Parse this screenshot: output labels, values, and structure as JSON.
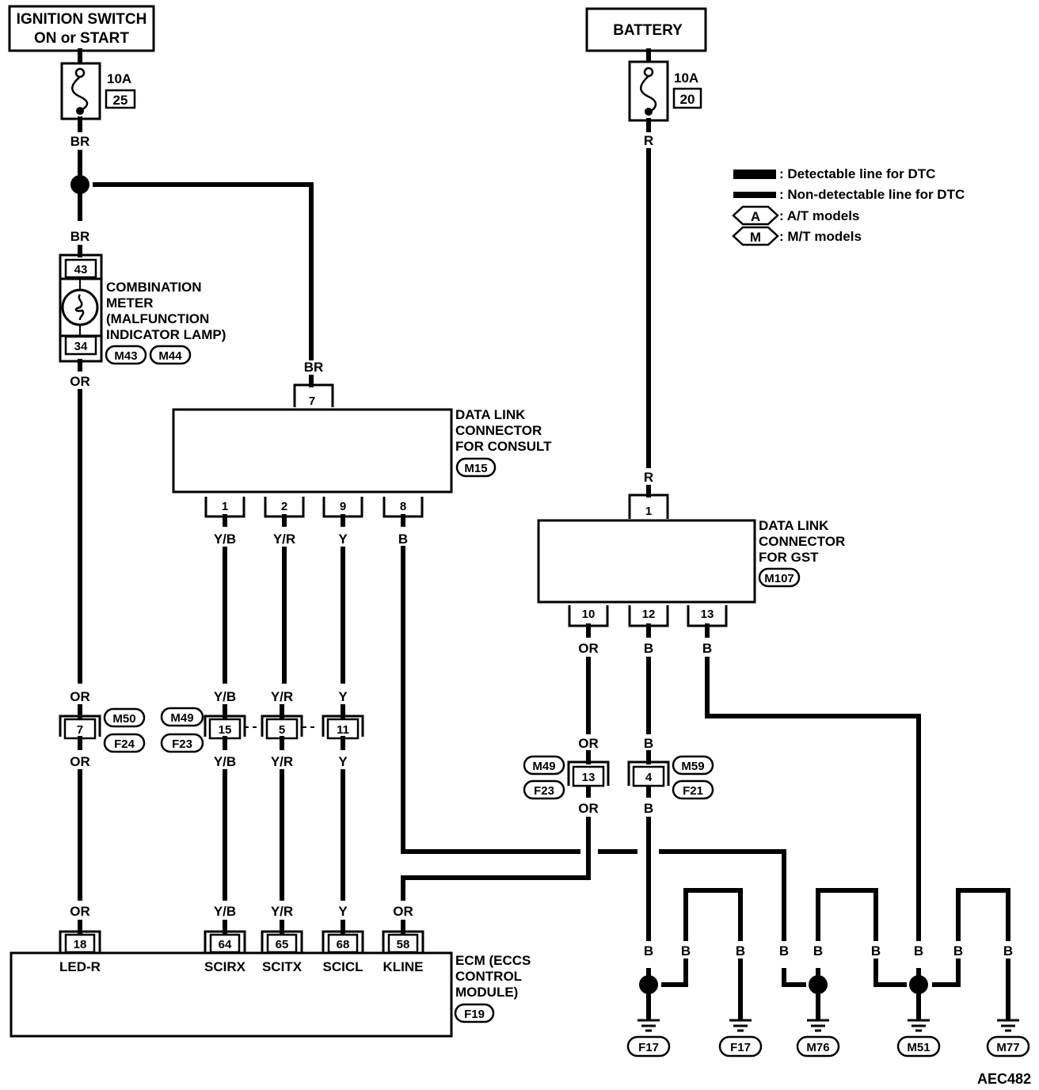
{
  "diagram_id": "AEC482",
  "sources": {
    "ignition": {
      "label_line1": "IGNITION SWITCH",
      "label_line2": "ON or START",
      "fuse_rating": "10A",
      "fuse_number": "25",
      "wire_out": "BR"
    },
    "battery": {
      "label": "BATTERY",
      "fuse_rating": "10A",
      "fuse_number": "20",
      "wire_out": "R"
    }
  },
  "legend": [
    {
      "symbol": "thick-line",
      "text": ": Detectable line for DTC"
    },
    {
      "symbol": "thin-line",
      "text": ": Non-detectable line for DTC"
    },
    {
      "symbol": "hex",
      "code": "A",
      "text": ": A/T models"
    },
    {
      "symbol": "hex",
      "code": "M",
      "text": ": M/T models"
    }
  ],
  "combination_meter": {
    "wire_in": "BR",
    "pin_in": "43",
    "pin_out": "34",
    "wire_out": "OR",
    "label": [
      "COMBINATION",
      "METER",
      "(MALFUNCTION",
      "INDICATOR LAMP)"
    ],
    "connectors": [
      "M43",
      "M44"
    ]
  },
  "consult_dlc": {
    "label": [
      "DATA LINK",
      "CONNECTOR",
      "FOR CONSULT"
    ],
    "connector": "M15",
    "top_pin": {
      "pin": "7",
      "wire": "BR"
    },
    "bottom_pins": [
      {
        "pin": "1",
        "wire": "Y/B"
      },
      {
        "pin": "2",
        "wire": "Y/R"
      },
      {
        "pin": "9",
        "wire": "Y"
      },
      {
        "pin": "8",
        "wire": "B"
      }
    ]
  },
  "gst_dlc": {
    "label": [
      "DATA LINK",
      "CONNECTOR",
      "FOR GST"
    ],
    "connector": "M107",
    "top_pin": {
      "pin": "1",
      "wire": "R"
    },
    "bottom_pins": [
      {
        "pin": "10",
        "wire": "OR"
      },
      {
        "pin": "12",
        "wire": "B"
      },
      {
        "pin": "13",
        "wire": "B"
      }
    ]
  },
  "joint_connectors": {
    "meter_joint": {
      "pin": "7",
      "wire_top": "OR",
      "wire_bottom": "OR",
      "connectors": [
        "M50",
        "F24"
      ]
    },
    "sci_joint": {
      "connectors": [
        "M49",
        "F23"
      ],
      "pins": [
        {
          "pin": "15",
          "wire_top": "Y/B",
          "wire_bottom": "Y/B"
        },
        {
          "pin": "5",
          "wire_top": "Y/R",
          "wire_bottom": "Y/R"
        },
        {
          "pin": "11",
          "wire_top": "Y",
          "wire_bottom": "Y"
        }
      ]
    },
    "kline_joint": {
      "pin": "13",
      "wire_top": "OR",
      "wire_bottom": "OR",
      "connectors": [
        "M49",
        "F23"
      ]
    },
    "ground_joint": {
      "pin": "4",
      "wire_top": "B",
      "wire_bottom": "B",
      "connectors": [
        "M59",
        "F21"
      ]
    }
  },
  "ecm": {
    "label": [
      "ECM (ECCS",
      "CONTROL",
      "MODULE)"
    ],
    "connector": "F19",
    "pins": [
      {
        "pin": "18",
        "wire": "OR",
        "signal": "LED-R"
      },
      {
        "pin": "64",
        "wire": "Y/B",
        "signal": "SCIRX"
      },
      {
        "pin": "65",
        "wire": "Y/R",
        "signal": "SCITX"
      },
      {
        "pin": "68",
        "wire": "Y",
        "signal": "SCICL"
      },
      {
        "pin": "58",
        "wire": "OR",
        "signal": "KLINE"
      }
    ]
  },
  "grounds": {
    "wire_labels": [
      "B",
      "B",
      "B",
      "B",
      "B",
      "B",
      "B",
      "B",
      "B"
    ],
    "points": [
      "F17",
      "F17",
      "M76",
      "M51",
      "M77"
    ]
  }
}
